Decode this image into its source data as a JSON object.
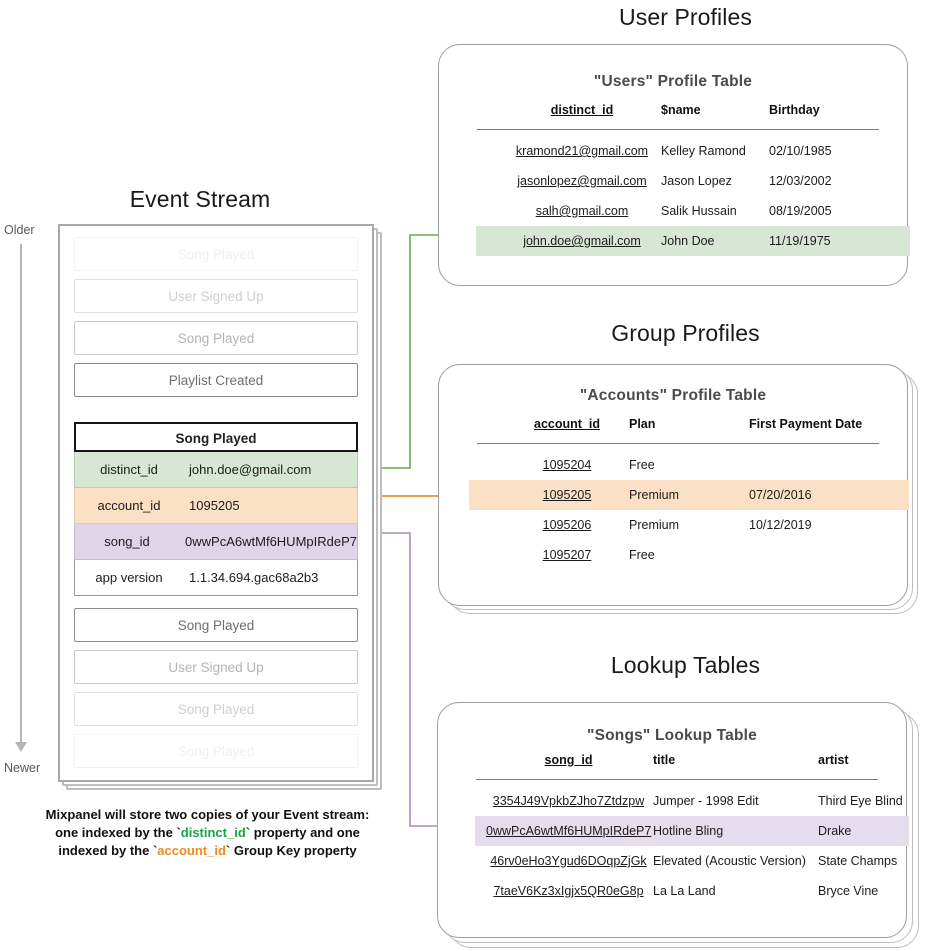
{
  "sections": {
    "event_stream_title": "Event Stream",
    "user_profiles_title": "User Profiles",
    "group_profiles_title": "Group Profiles",
    "lookup_tables_title": "Lookup Tables"
  },
  "timeline": {
    "older": "Older",
    "newer": "Newer"
  },
  "event_stream": {
    "events_above": [
      {
        "label": "Song Played",
        "fade": "f-05"
      },
      {
        "label": "User Signed Up",
        "fade": "f-25"
      },
      {
        "label": "Song Played",
        "fade": "f-45"
      },
      {
        "label": "Playlist Created",
        "fade": "f-100"
      }
    ],
    "expanded": {
      "name": "Song Played",
      "properties": [
        {
          "key": "distinct_id",
          "value": "john.doe@gmail.com",
          "style": "ev-green"
        },
        {
          "key": "account_id",
          "value": "1095205",
          "style": "ev-orange"
        },
        {
          "key": "song_id",
          "value": "0wwPcA6wtMf6HUMpIRdeP7",
          "style": "ev-purple"
        },
        {
          "key": "app version",
          "value": "1.1.34.694.gac68a2b3",
          "style": "ev-plain"
        }
      ]
    },
    "events_below": [
      {
        "label": "Song Played",
        "fade": "f-100"
      },
      {
        "label": "User Signed Up",
        "fade": "f-45"
      },
      {
        "label": "Song Played",
        "fade": "f-25"
      },
      {
        "label": "Song Played",
        "fade": "f-05"
      }
    ],
    "caption": {
      "line1": "Mixpanel will store two copies of your Event stream:",
      "line2_a": "one indexed by the `",
      "line2_token": "distinct_id",
      "line2_b": "` property and one",
      "line3_a": "indexed by the `",
      "line3_token": "account_id",
      "line3_b": "` Group Key property"
    }
  },
  "users_table": {
    "title": "\"Users\" Profile Table",
    "columns": [
      "distinct_id",
      "$name",
      "Birthday"
    ],
    "rows": [
      {
        "cells": [
          "kramond21@gmail.com",
          "Kelley Ramond",
          "02/10/1985"
        ],
        "highlight": ""
      },
      {
        "cells": [
          "jasonlopez@gmail.com",
          "Jason Lopez",
          "12/03/2002"
        ],
        "highlight": ""
      },
      {
        "cells": [
          "salh@gmail.com",
          "Salik Hussain",
          "08/19/2005"
        ],
        "highlight": ""
      },
      {
        "cells": [
          "john.doe@gmail.com",
          "John Doe",
          "11/19/1975"
        ],
        "highlight": "hl-green"
      }
    ]
  },
  "accounts_table": {
    "title": "\"Accounts\" Profile Table",
    "columns": [
      "account_id",
      "Plan",
      "First Payment Date"
    ],
    "rows": [
      {
        "cells": [
          "1095204",
          "Free",
          ""
        ],
        "highlight": ""
      },
      {
        "cells": [
          "1095205",
          "Premium",
          "07/20/2016"
        ],
        "highlight": "hl-orange"
      },
      {
        "cells": [
          "1095206",
          "Premium",
          "10/12/2019"
        ],
        "highlight": ""
      },
      {
        "cells": [
          "1095207",
          "Free",
          ""
        ],
        "highlight": ""
      }
    ]
  },
  "songs_table": {
    "title": "\"Songs\" Lookup Table",
    "columns": [
      "song_id",
      "title",
      "artist"
    ],
    "rows": [
      {
        "cells": [
          "3354J49VpkbZJho7Ztdzpw",
          "Jumper - 1998 Edit",
          "Third Eye Blind"
        ],
        "highlight": ""
      },
      {
        "cells": [
          "0wwPcA6wtMf6HUMpIRdeP7",
          "Hotline Bling",
          "Drake"
        ],
        "highlight": "hl-purple"
      },
      {
        "cells": [
          "46rv0eHo3Ygud6DOqpZjGk",
          "Elevated (Acoustic Version)",
          "State Champs"
        ],
        "highlight": ""
      },
      {
        "cells": [
          "7taeV6Kz3xIgjx5QR0eG8p",
          "La La Land",
          "Bryce Vine"
        ],
        "highlight": ""
      }
    ]
  },
  "colors": {
    "green": "#6aa84f",
    "orange": "#e69138",
    "purple": "#a98cb5",
    "green_fill": "#d6e8d3",
    "orange_fill": "#fbe0c6",
    "purple_fill": "#e6dced"
  }
}
